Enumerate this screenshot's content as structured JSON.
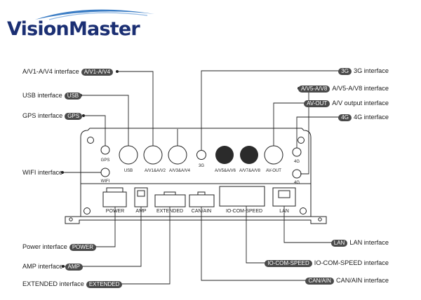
{
  "logo": {
    "text": "VisionMaster"
  },
  "callouts_left": [
    {
      "label": "A/V1-A/V4 interface",
      "tag": "A/V1-A/V4"
    },
    {
      "label": "USB interface",
      "tag": "USB"
    },
    {
      "label": "GPS interface",
      "tag": "GPS"
    },
    {
      "label": "WIFI interface",
      "tag": ""
    },
    {
      "label": "Power interface",
      "tag": "POWER"
    },
    {
      "label": "AMP interface",
      "tag": "AMP"
    },
    {
      "label": "EXTENDED interface",
      "tag": "EXTENDED"
    }
  ],
  "callouts_right": [
    {
      "label": "3G interface",
      "tag": "3G"
    },
    {
      "label": "A/V5-A/V8 interface",
      "tag": "A/V5-A/V8"
    },
    {
      "label": "A/V output interface",
      "tag": "AV-OUT"
    },
    {
      "label": "4G interface",
      "tag": "4G"
    },
    {
      "label": "LAN interface",
      "tag": "LAN"
    },
    {
      "label": "IO-COM-SPEED interface",
      "tag": "IO-COM-SPEED"
    },
    {
      "label": "CAN/AIN interface",
      "tag": "CAN/AIN"
    }
  ],
  "device_labels": {
    "gps": "GPS",
    "usb": "USB",
    "av12": "A/V1&A/V2",
    "av34": "A/V3&A/V4",
    "g3": "3G",
    "av56": "A/V5&A/V6",
    "av78": "A/V7&A/V8",
    "avout": "AV-OUT",
    "g4a": "4G",
    "g4b": "4G",
    "wifi": "WIFI",
    "power": "POWER",
    "amp": "AMP",
    "extended": "EXTENDED",
    "can": "CAN/AIN",
    "io": "IO-COM-SPEED",
    "lan": "LAN"
  },
  "colors": {
    "logo_text": "#1b2f73",
    "logo_swoosh": "#3a7cc4",
    "tag_bg": "#4a4a4a",
    "line": "#222222"
  }
}
